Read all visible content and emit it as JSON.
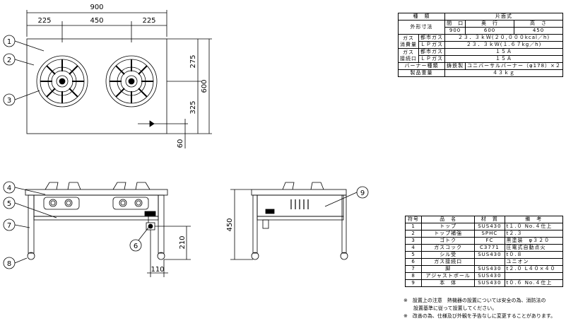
{
  "dimensions": {
    "overall_width": "900",
    "segment_left": "225",
    "segment_middle": "450",
    "segment_right": "225",
    "depth_upper": "275",
    "depth_total": "600",
    "depth_lower": "325",
    "offset_60": "60",
    "height_total": "450",
    "gas_inlet_height": "210",
    "gas_inlet_offset": "110"
  },
  "balloons": [
    "1",
    "2",
    "3",
    "4",
    "5",
    "6",
    "7",
    "8",
    "9"
  ],
  "spec_table": {
    "header_type": "種　類",
    "header_value": "片面式",
    "outer_dims_label": "外形寸法",
    "col_width": "間　口",
    "col_depth": "奥　行",
    "col_height": "高　さ",
    "val_width": "900",
    "val_depth": "600",
    "val_height": "450",
    "gas_consumption_label_1": "ガス",
    "gas_consumption_label_2": "消費量",
    "city_gas": "都市ガス",
    "lp_gas": "ＬＰガス",
    "consumption_city": "２３．３ｋＷ(２０,０００kcal／h)",
    "consumption_lp": "２３．３ｋＷ(１.６７kg／h)",
    "connection_label_1": "ガス",
    "connection_label_2": "接続口",
    "connection_city": "１５Ａ",
    "connection_lp": "１５Ａ",
    "burner_label": "バーナー種類",
    "burner_material": "鋳鉄製",
    "burner_value": "ユニバーサルバーナー（φ178）×２",
    "weight_label": "製品重量",
    "weight_value": "４３ｋｇ"
  },
  "parts_table": {
    "headers": [
      "符号",
      "品　名",
      "材　質",
      "備　考"
    ],
    "rows": [
      [
        "1",
        "トップ",
        "SUS430",
        "t１.０ No.４仕上"
      ],
      [
        "2",
        "トップ補強",
        "SPHC",
        "t２.３"
      ],
      [
        "3",
        "ゴトク",
        "FC",
        "黒塗装　φ３２０"
      ],
      [
        "4",
        "ガスコック",
        "C3771",
        "圧電式自動点火"
      ],
      [
        "5",
        "シル受",
        "SUS430",
        "t０.８"
      ],
      [
        "6",
        "ガス接続口",
        "",
        "ユニオン"
      ],
      [
        "7",
        "脚",
        "SUS430",
        "t２.０ L４０×４０"
      ],
      [
        "8",
        "アジャストボール",
        "SUS430",
        ""
      ],
      [
        "9",
        "本　体",
        "SUS430",
        "t０.６ No.４仕上"
      ]
    ]
  },
  "notes": [
    "※　設置上の注意　熱機器の設置については安全の為、消防法の",
    "　　設置基準に従って設置してください。",
    "※　改善の為、仕様及び外観を予告なしに変更することがあります。"
  ]
}
